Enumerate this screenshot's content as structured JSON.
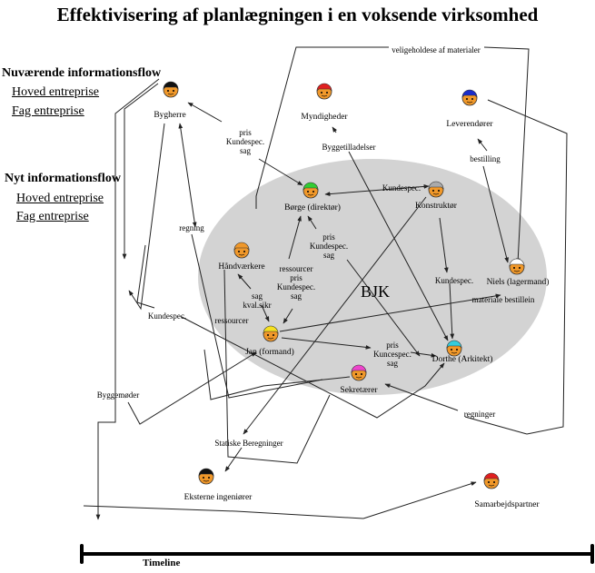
{
  "title": "Effektivisering af planlægningen i en voksende virksomhed",
  "legend": {
    "current": {
      "heading": "Nuværende informationsflow",
      "links": [
        "Hoved entreprise",
        "Fag entreprise"
      ]
    },
    "new": {
      "heading": "Nyt informationsflow",
      "links": [
        "Hoved entreprise",
        "Fag entreprise"
      ]
    }
  },
  "group_label": "BJK",
  "colors": {
    "group_ellipse": "#d3d3d3",
    "face": "#f0982a",
    "line": "#222222"
  },
  "nodes": [
    {
      "id": "bygherre",
      "label": "Bygherre",
      "hair": "#111111"
    },
    {
      "id": "myndigheder",
      "label": "Myndigheder",
      "hair": "#e02020"
    },
    {
      "id": "leverandorer",
      "label": "Leverendører",
      "hair": "#1a2ccc"
    },
    {
      "id": "borge",
      "label": "Børge (direktør)",
      "hair": "#33cc33"
    },
    {
      "id": "konstruktor",
      "label": "Konstruktør",
      "hair": "#aaaaaa"
    },
    {
      "id": "handvaerkere",
      "label": "Håndværkere",
      "hair": "#f0982a"
    },
    {
      "id": "niels",
      "label": "Niels (lagermand)",
      "hair": "#ffffff"
    },
    {
      "id": "jan",
      "label": "Jan (formand)",
      "hair": "#f5e020"
    },
    {
      "id": "dorthe",
      "label": "Dorthe (Arkitekt)",
      "hair": "#33ccdd"
    },
    {
      "id": "sekretaerer",
      "label": "Sekretærer",
      "hair": "#ee44cc"
    },
    {
      "id": "eksterne",
      "label": "Eksterne ingeniører",
      "hair": "#111111"
    },
    {
      "id": "samarbejdspartner",
      "label": "Samarbejdspartner",
      "hair": "#e02020"
    }
  ],
  "edge_labels": {
    "vedligehold": "veligeholdese af materialer",
    "pris_bygherre": "pris\nKundespec.\nsag",
    "byggetilladelser": "Byggetilladelser",
    "bestilling": "bestilling",
    "kundespec_borge": "Kundespec.",
    "pris_borge": "pris\nKundespec.\nsag",
    "regning": "regning",
    "ressourcer_borge": "ressourcer\npris\nKundespec.\nsag",
    "sag_kval": "sag\nkval.sikr",
    "kundespec_konstr": "Kundespec.",
    "materiale": "materiale bestillein",
    "kundespec_left": "Kundespec.",
    "ressourcer": "ressourcer",
    "pris_dorthe": "pris\nKuncespec.\nsag",
    "byggemoder": "Byggemøder",
    "regninger": "regninger",
    "statiske": "Statiske Beregninger"
  },
  "timeline": {
    "label": "Timeline"
  }
}
